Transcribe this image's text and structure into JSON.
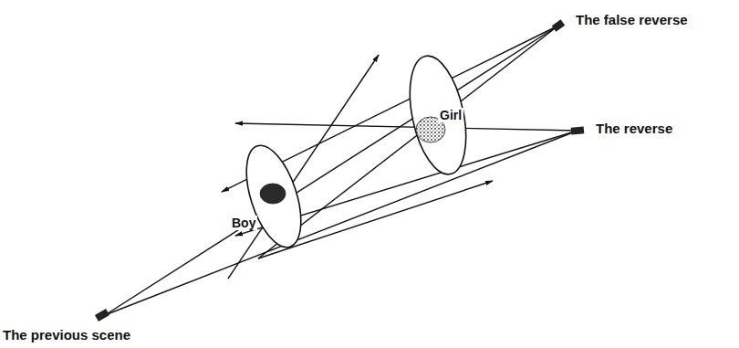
{
  "diagram": {
    "nodes": [
      {
        "text": [
          "Boy"
        ]
      },
      {
        "text": [
          "Girl"
        ]
      }
    ],
    "labels": [
      "The false reverse",
      "The reverse",
      "The previous scene"
    ]
  }
}
